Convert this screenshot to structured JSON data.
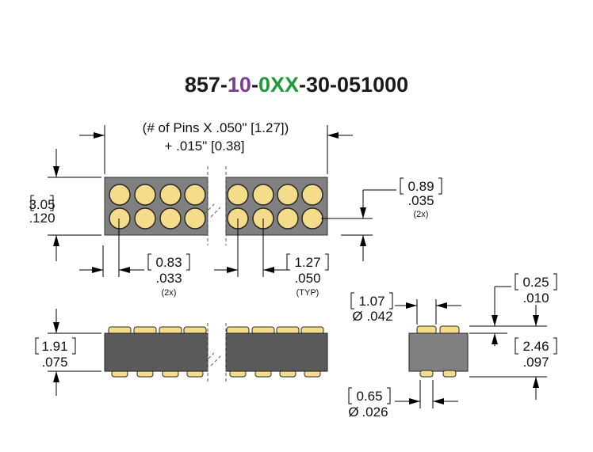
{
  "part_number": {
    "prefix": "857-",
    "pins": "10",
    "dash1": "-",
    "plating": "0XX",
    "suffix": "-30-051000",
    "colors": {
      "base": "#1a1a1a",
      "pins": "#7b3f8f",
      "plating": "#1f9a3a"
    }
  },
  "colors": {
    "body": "#808080",
    "body_side": "#5a5a5a",
    "pin_fill": "#f5dc8a",
    "pin_stroke": "#2a2a2a"
  },
  "dimensions": {
    "length_line1": "(# of Pins X .050\" [1.27])",
    "length_line2": "+ .015\" [0.38]",
    "height_top_mm": "3.05",
    "height_top_in": ".120",
    "hole_mm": "0.89",
    "hole_in": ".035",
    "hole_qty": "(2x)",
    "row_offset_mm": "0.83",
    "row_offset_in": ".033",
    "row_offset_qty": "(2x)",
    "pitch_mm": "1.27",
    "pitch_in": ".050",
    "pitch_note": "(TYP)",
    "body_height_mm": "1.91",
    "body_height_in": ".075",
    "top_pin_dia_mm": "1.07",
    "top_pin_dia_in": ".042",
    "diameter_symbol": "Ø",
    "stub_mm": "0.25",
    "stub_in": ".010",
    "overall_height_mm": "2.46",
    "overall_height_in": ".097",
    "bottom_pin_dia_mm": "0.65",
    "bottom_pin_dia_in": ".026"
  }
}
